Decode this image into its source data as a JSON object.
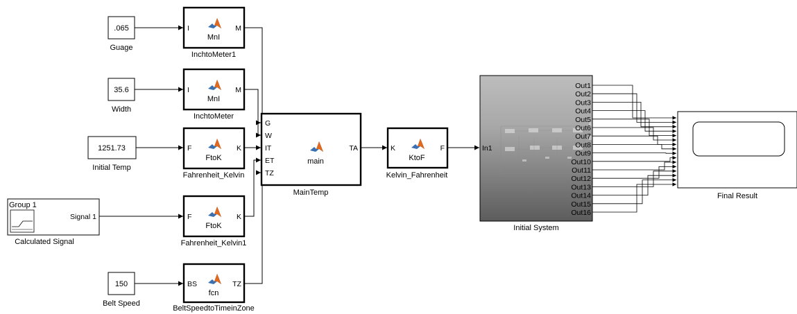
{
  "constants": [
    {
      "value": ".065",
      "label": "Guage"
    },
    {
      "value": "35.6",
      "label": "Width"
    },
    {
      "value": "1251.73",
      "label": "Initial Temp"
    },
    {
      "value": "150",
      "label": "Belt Speed"
    }
  ],
  "signal_builder": {
    "group": "Group 1",
    "output": "Signal 1",
    "label": "Calculated Signal"
  },
  "fn_blocks": [
    {
      "name": "MnI",
      "in": "I",
      "out": "M",
      "label": "InchtoMeter1"
    },
    {
      "name": "MnI",
      "in": "I",
      "out": "M",
      "label": "InchtoMeter"
    },
    {
      "name": "FtoK",
      "in": "F",
      "out": "K",
      "label": "Fahrenheit_Kelvin"
    },
    {
      "name": "FtoK",
      "in": "F",
      "out": "K",
      "label": "Fahrenheit_Kelvin1"
    },
    {
      "name": "fcn",
      "in": "BS",
      "out": "TZ",
      "label": "BeltSpeedtoTimeinZone"
    }
  ],
  "main_block": {
    "name": "main",
    "inputs": [
      "G",
      "W",
      "IT",
      "ET",
      "TZ"
    ],
    "output": "TA",
    "label": "MainTemp"
  },
  "ktof_block": {
    "name": "KtoF",
    "in": "K",
    "out": "F",
    "label": "Kelvin_Fahrenheit"
  },
  "subsystem": {
    "input": "In1",
    "label": "Initial System",
    "outputs": [
      "Out1",
      "Out2",
      "Out3",
      "Out4",
      "Out5",
      "Out6",
      "Out7",
      "Out8",
      "Out9",
      "Out10",
      "Out11",
      "Out12",
      "Out13",
      "Out14",
      "Out15",
      "Out16"
    ]
  },
  "scope": {
    "label": "Final Result"
  },
  "colors": {
    "subsystem_top": "#b9b9b9",
    "subsystem_bottom": "#5a5a5a",
    "matlab_orange": "#e06a1d",
    "matlab_blue": "#3a6fb0"
  }
}
